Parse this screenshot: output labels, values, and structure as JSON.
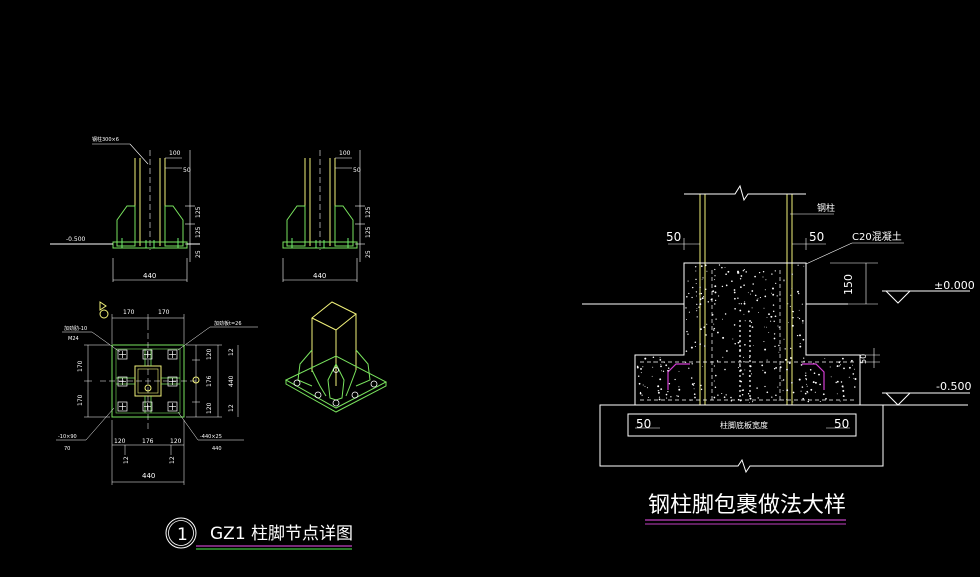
{
  "colors": {
    "background": "#000000",
    "line": "#ffffff",
    "steel": "#f2f27a",
    "stiffener": "#79e35e",
    "bolt": "#6ef06e",
    "dim": "#ffffff",
    "title": "#ffffff",
    "title_underline": "#c040c0",
    "title_underline2": "#40c040",
    "magenta": "#d23cd2",
    "leader": "#ffffff"
  },
  "left_detail": {
    "elev_top_left": "-0.500",
    "leader_top_left": "钢柱300×6",
    "dims_top": [
      "100",
      "50",
      "125",
      "125",
      "25"
    ],
    "dims_width": "440",
    "plan": {
      "dims_top": [
        "170",
        "170"
      ],
      "dims_bottom": [
        "120",
        "176",
        "120"
      ],
      "dims_bottom2": [
        "12",
        "12"
      ],
      "dims_total": "440",
      "dims_left": [
        "170",
        "170"
      ],
      "dims_right": [
        "120",
        "176",
        "120",
        "12",
        "440",
        "12"
      ],
      "note_top_left": "加劲肋-10",
      "note_top_left2": "M24",
      "note_top_right": "加劲板t=26",
      "note_bottom_left": "-10×90",
      "note_bottom_left2": "70",
      "note_bottom_right": "-440×25",
      "note_bottom_right2": "440"
    },
    "title_index": "1",
    "title_text": "GZ1  柱脚节点详图"
  },
  "right_detail": {
    "label_column": "钢柱",
    "label_concrete": "C20混凝土",
    "dim_50_left": "50",
    "dim_50_right": "50",
    "dim_150": "150",
    "dim_50_small": "50",
    "dim_bottom_left": "50",
    "dim_bottom_right": "50",
    "label_base_plate": "柱脚底板宽度",
    "elev_zero": "±0.000",
    "elev_neg": "-0.500",
    "title_text": "钢柱脚包裹做法大样"
  }
}
